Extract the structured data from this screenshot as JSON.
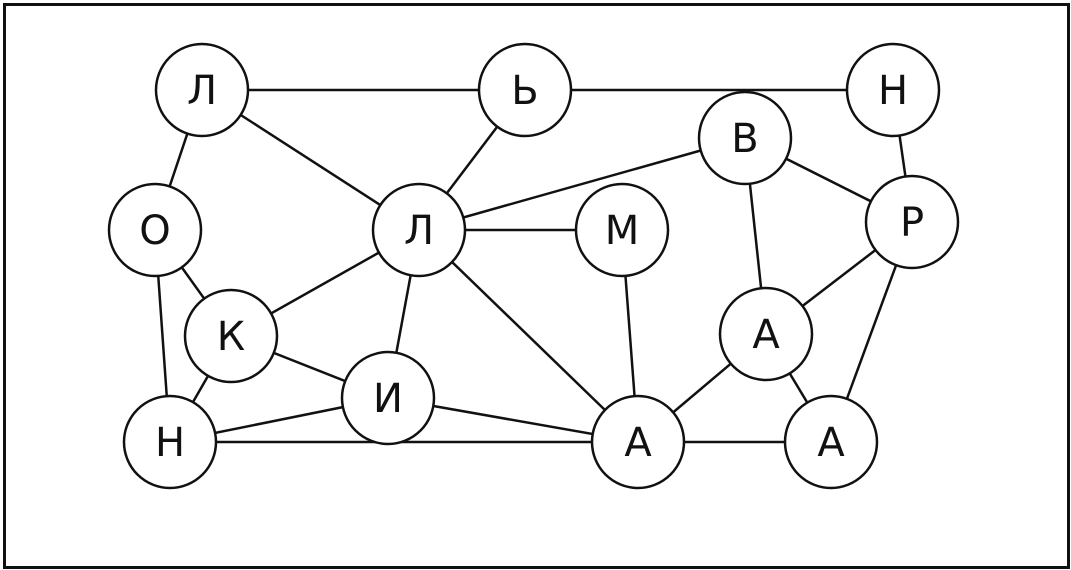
{
  "graph": {
    "nodes": [
      {
        "id": "l1",
        "label": "Л"
      },
      {
        "id": "soft",
        "label": "Ь"
      },
      {
        "id": "n1",
        "label": "Н"
      },
      {
        "id": "v",
        "label": "В"
      },
      {
        "id": "o",
        "label": "О"
      },
      {
        "id": "l2",
        "label": "Л"
      },
      {
        "id": "m",
        "label": "М"
      },
      {
        "id": "r",
        "label": "Р"
      },
      {
        "id": "k",
        "label": "К"
      },
      {
        "id": "a1",
        "label": "А"
      },
      {
        "id": "i",
        "label": "И"
      },
      {
        "id": "n2",
        "label": "Н"
      },
      {
        "id": "a2",
        "label": "А"
      },
      {
        "id": "a3",
        "label": "А"
      }
    ],
    "edges": [
      [
        "l1",
        "soft"
      ],
      [
        "soft",
        "n1"
      ],
      [
        "l1",
        "o"
      ],
      [
        "l1",
        "l2"
      ],
      [
        "soft",
        "l2"
      ],
      [
        "l2",
        "v"
      ],
      [
        "l2",
        "m"
      ],
      [
        "n1",
        "r"
      ],
      [
        "v",
        "r"
      ],
      [
        "v",
        "a1"
      ],
      [
        "r",
        "a1"
      ],
      [
        "r",
        "a3"
      ],
      [
        "o",
        "k"
      ],
      [
        "o",
        "n2"
      ],
      [
        "l2",
        "k"
      ],
      [
        "l2",
        "i"
      ],
      [
        "l2",
        "a2"
      ],
      [
        "m",
        "a2"
      ],
      [
        "k",
        "i"
      ],
      [
        "k",
        "n2"
      ],
      [
        "n2",
        "i"
      ],
      [
        "n2",
        "a2"
      ],
      [
        "i",
        "a2"
      ],
      [
        "a1",
        "a2"
      ],
      [
        "a1",
        "a3"
      ],
      [
        "a2",
        "a3"
      ]
    ]
  }
}
